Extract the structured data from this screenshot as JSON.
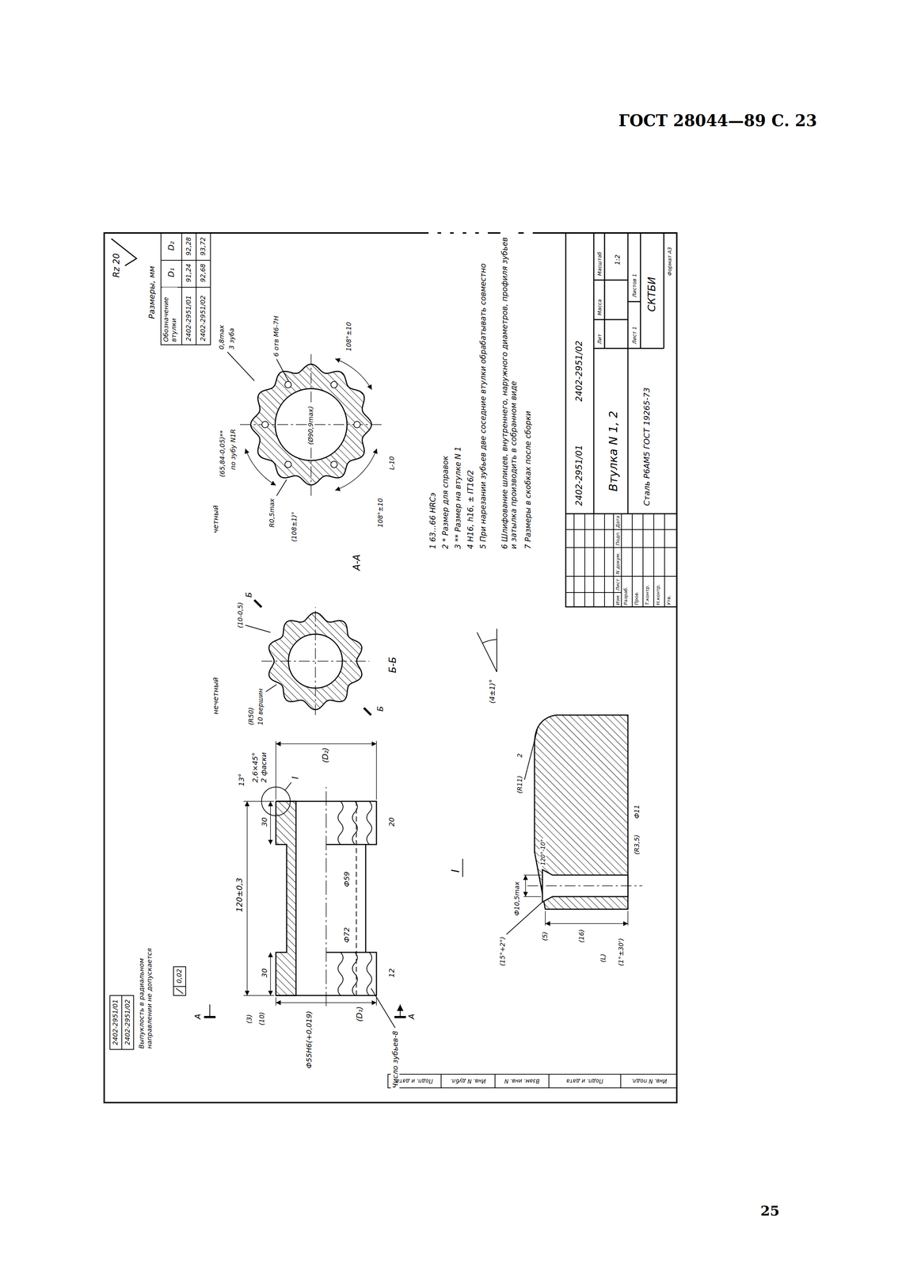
{
  "diagram": {
    "labels": [
      "ГОСТ 28044—89 С. 23",
      "25",
      "Rz 20",
      "Размеры, мм",
      "Обозначение втулки",
      "D₁",
      "D₂",
      "2402-2951/01",
      "91,24",
      "92,28",
      "2402-2951/02",
      "92,68",
      "93,72",
      "1 63...66 HRCэ",
      "2 * Размер для справок",
      "3 ** Размер на втулке N 1",
      "4 H16, h16, ± IT16/2",
      "5 При нарезании зубьев две соседние втулки обрабатывать совместно",
      "6 Шлифование шлицев, внутреннего, наружного диаметров, профиля зубьев и затылка производить в собранном виде",
      "7 Размеры в скобках после сборки",
      "120±0,3",
      "13°",
      "2,6×45° 2 фаски",
      "(D₂)",
      "(D₁)",
      "Ф55Н6(+0,019)",
      "30",
      "30",
      "Ф72",
      "Ф59",
      "20",
      "12",
      "(10)",
      "(3)",
      "0,02",
      "Число зубьев-8",
      "I",
      "А",
      "А",
      "2402-2951/01",
      "2402-2951/02",
      "Выпуклость в радиальном направлении не допускается",
      "нечетный",
      "(R50)",
      "10 вершин",
      "(10-0,5)",
      "Б",
      "Б",
      "Б-Б",
      "(4±1)°",
      "А-А",
      "четный",
      "(108±1)°",
      "R0,5max",
      "(65,84-0,05)**",
      "по зубу N1R",
      "0,8max",
      "3 зуба",
      "6 отв М6-7H",
      "108°±10",
      "108°±10",
      "L-10",
      "(Ø90,9max)",
      "I",
      "(R11)",
      "2",
      "(16)",
      "Ф10,5max",
      "120°-10°",
      "(5)",
      "(15°+2°)",
      "(R3,5)",
      "(L)",
      "(1°±30')",
      "Ф11",
      "2402-2951/01",
      "2402-2951/02",
      "Втулка N 1, 2",
      "Лит",
      "Масса",
      "Масштаб",
      "1:2",
      "Лист 1",
      "Листов 1",
      "Сталь Р6АМ5 ГОСТ 19265-73",
      "СКТБИ",
      "Формат А3",
      "Изм",
      "Лист",
      "N докум.",
      "Подп.",
      "Дата",
      "Разраб.",
      "Пров.",
      "Т.контр.",
      "Н.контр.",
      "Утв.",
      "Инв. N подл.",
      "Подп. и дата",
      "Взам. инв. N",
      "Инв. N дубл.",
      "Подп. и дата"
    ]
  }
}
